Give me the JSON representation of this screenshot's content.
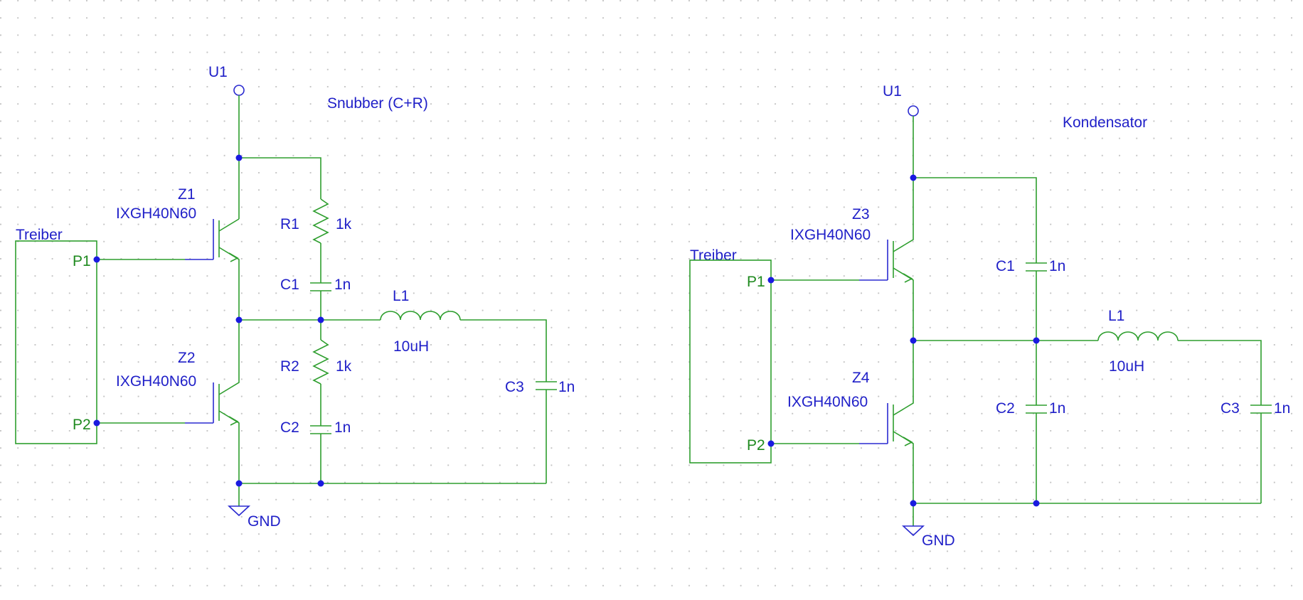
{
  "circuits": [
    {
      "title": "Snubber (C+R)",
      "supply": "U1",
      "ground": "GND",
      "driver": {
        "name": "Treiber",
        "pins": [
          "P1",
          "P2"
        ]
      },
      "switches": [
        {
          "ref": "Z1",
          "part": "IXGH40N60"
        },
        {
          "ref": "Z2",
          "part": "IXGH40N60"
        }
      ],
      "resistors": [
        {
          "ref": "R1",
          "value": "1k"
        },
        {
          "ref": "R2",
          "value": "1k"
        }
      ],
      "capacitors": [
        {
          "ref": "C1",
          "value": "1n"
        },
        {
          "ref": "C2",
          "value": "1n"
        },
        {
          "ref": "C3",
          "value": "1n"
        }
      ],
      "inductor": {
        "ref": "L1",
        "value": "10uH"
      }
    },
    {
      "title": "Kondensator",
      "supply": "U1",
      "ground": "GND",
      "driver": {
        "name": "Treiber",
        "pins": [
          "P1",
          "P2"
        ]
      },
      "switches": [
        {
          "ref": "Z3",
          "part": "IXGH40N60"
        },
        {
          "ref": "Z4",
          "part": "IXGH40N60"
        }
      ],
      "capacitors": [
        {
          "ref": "C1",
          "value": "1n"
        },
        {
          "ref": "C2",
          "value": "1n"
        },
        {
          "ref": "C3",
          "value": "1n"
        }
      ],
      "inductor": {
        "ref": "L1",
        "value": "10uH"
      }
    }
  ],
  "colors": {
    "wire": "#2e9e2e",
    "junction": "#1a1ae0",
    "label": "#1f1fc8",
    "pin_label": "#1f8a1f",
    "grid_dot": "#c4c4c4"
  }
}
